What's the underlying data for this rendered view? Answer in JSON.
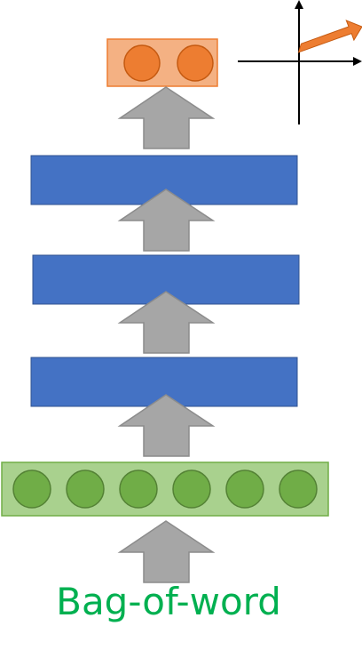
{
  "diagram": {
    "input_label": "Bag-of-word",
    "input_node_count": 6,
    "output_node_count": 2,
    "hidden_layer_count": 3
  },
  "colors": {
    "arrow_fill": "#a6a6a6",
    "arrow_stroke": "#8c8c8c",
    "hidden_layer": "#4472c4",
    "hidden_layer_stroke": "#2f528f",
    "input_box": "#a9d18e",
    "input_box_stroke": "#70ad47",
    "input_node": "#70ad47",
    "input_node_stroke": "#548235",
    "output_box": "#f4b183",
    "output_box_stroke": "#ed7d31",
    "output_node": "#ed7d31",
    "output_node_stroke": "#c55a11",
    "axis": "#000000",
    "vector": "#ed7d31",
    "label": "#00b050"
  }
}
